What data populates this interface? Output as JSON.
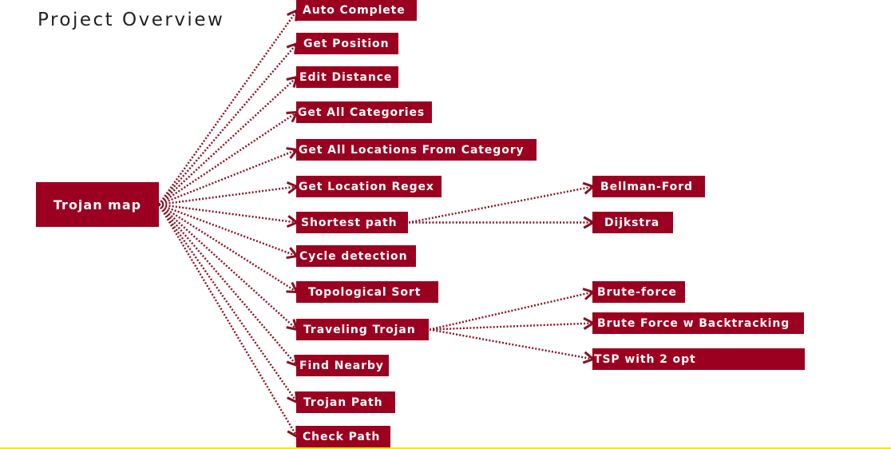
{
  "title": "Project Overview",
  "colors": {
    "node": "#9b0020",
    "node_text": "#ffffff",
    "link": "#8a0f22",
    "rule": "#f3e41e"
  },
  "diagram": {
    "root": {
      "label": "Trojan map"
    },
    "features": [
      {
        "label": "Auto Complete"
      },
      {
        "label": "Get Position"
      },
      {
        "label": "Edit Distance"
      },
      {
        "label": "Get All Categories"
      },
      {
        "label": "Get All Locations From Category"
      },
      {
        "label": "Get Location Regex"
      },
      {
        "label": "Shortest path"
      },
      {
        "label": "Cycle detection"
      },
      {
        "label": "Topological Sort"
      },
      {
        "label": "Traveling Trojan"
      },
      {
        "label": "Find Nearby"
      },
      {
        "label": "Trojan Path"
      },
      {
        "label": "Check Path"
      }
    ],
    "shortest_path_methods": [
      {
        "label": "Bellman-Ford"
      },
      {
        "label": "Dijkstra"
      }
    ],
    "traveling_trojan_methods": [
      {
        "label": "Brute-force"
      },
      {
        "label": "Brute Force w Backtracking"
      },
      {
        "label": "TSP with 2 opt"
      }
    ]
  }
}
